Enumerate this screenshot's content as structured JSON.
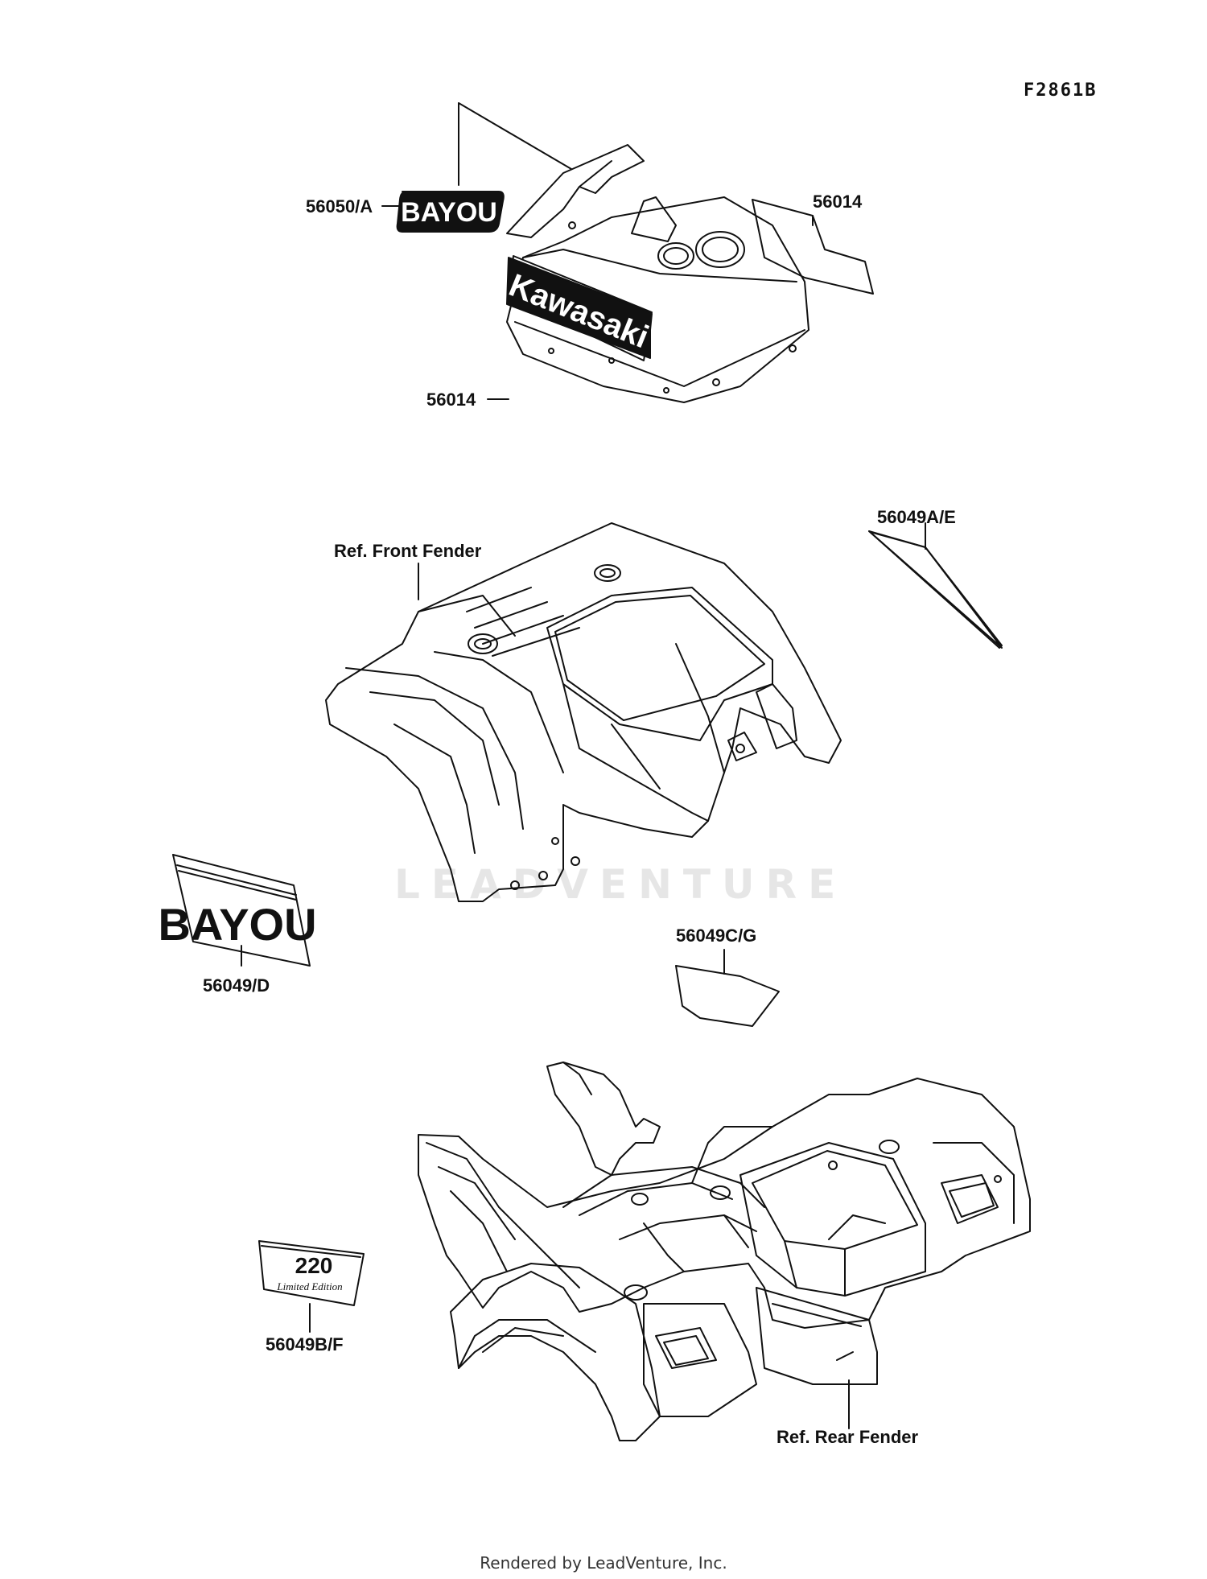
{
  "figure_code": "F2861B",
  "watermark": "LEADVENTURE",
  "footer": "Rendered by LeadVenture, Inc.",
  "labels": {
    "p56050": "56050/A",
    "p56014_top": "56014",
    "p56014_kawa": "56014",
    "ref_front": "Ref. Front Fender",
    "p56049ae": "56049A/E",
    "p56049d": "56049/D",
    "p56049cg": "56049C/G",
    "p56049bf": "56049B/F",
    "ref_rear": "Ref. Rear Fender"
  },
  "decals": {
    "bayou_small": "BAYOU",
    "kawasaki": "Kawasaki",
    "bayou_large": "BAYOU",
    "model_220": "220",
    "model_220_sub": "Limited Edition"
  },
  "colors": {
    "ink": "#111111",
    "paper": "#ffffff",
    "watermark": "#e6e6e6"
  }
}
